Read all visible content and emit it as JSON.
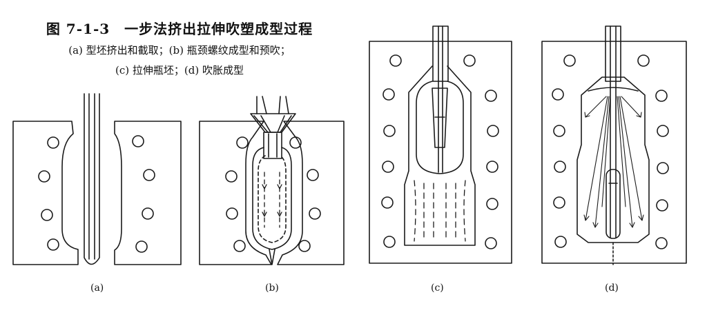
{
  "caption": {
    "title": "图 7-1-3　一步法挤出拉伸吹塑成型过程",
    "line1": "(a) 型坯挤出和截取；(b) 瓶颈螺纹成型和预吹；",
    "line2": "(c) 拉伸瓶坯；(d) 吹胀成型"
  },
  "panels": [
    {
      "id": "a",
      "label": "(a)"
    },
    {
      "id": "b",
      "label": "(b)"
    },
    {
      "id": "c",
      "label": "(c)"
    },
    {
      "id": "d",
      "label": "(d)"
    }
  ],
  "colors": {
    "line": "#1a1a1a",
    "background": "#ffffff"
  }
}
